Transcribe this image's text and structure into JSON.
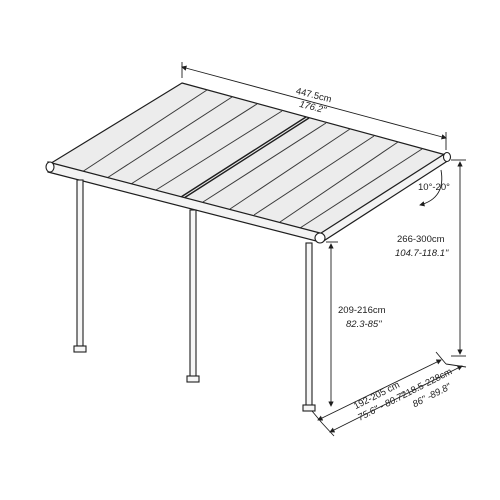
{
  "diagram": {
    "subject": "pergola-patio-cover",
    "colors": {
      "line": "#1e1e1e",
      "panel": "#e9e9e9",
      "post": "#f4f4f4"
    }
  },
  "dimensions": {
    "width": {
      "metric": "447.5cm",
      "imperial": "176.2\""
    },
    "angle": {
      "value": "10°-20°"
    },
    "height_max": {
      "metric": "266-300cm",
      "imperial": "104.7-118.1\""
    },
    "height_min": {
      "metric": "209-216cm",
      "imperial": "82.3-85\""
    },
    "depth_posts": {
      "metric": "192-205 cm",
      "imperial": "75.6\" - 80.7\""
    },
    "depth_total": {
      "metric": "218.5-228cm",
      "imperial": "86\" -89.8\""
    }
  }
}
